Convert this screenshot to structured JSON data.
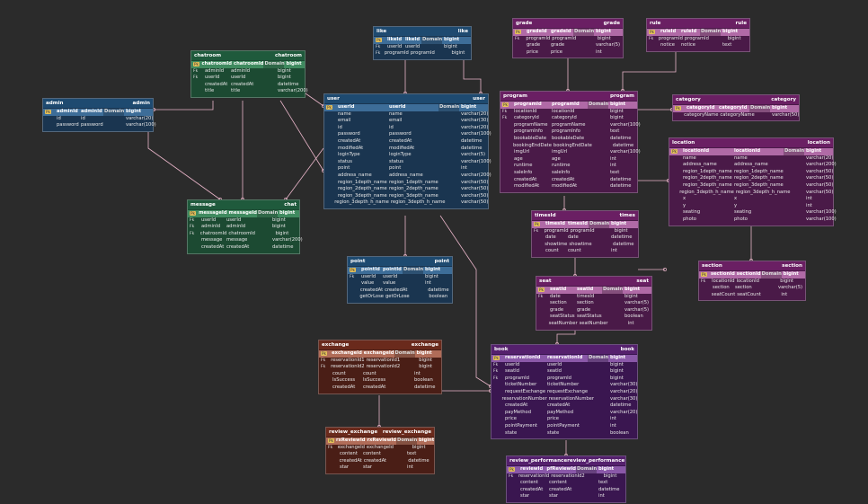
{
  "tables": [
    {
      "id": "like",
      "title": "like",
      "title_right": "like",
      "theme": "blue",
      "cols": [
        [
          "pk",
          "likeId",
          "likeId",
          "Domain",
          "bigint"
        ],
        [
          "fk",
          "userId",
          "userId",
          "",
          "bigint"
        ],
        [
          "fk",
          "programId",
          "programId",
          "",
          "bigint"
        ]
      ]
    },
    {
      "id": "grade",
      "title": "grade",
      "title_right": "grade",
      "theme": "purple",
      "cols": [
        [
          "pk",
          "gradeId",
          "gradeId",
          "Domain",
          "bigint"
        ],
        [
          "fk",
          "programId",
          "programId",
          "",
          "bigint"
        ],
        [
          "",
          "grade",
          "grade",
          "",
          "varchar(5)"
        ],
        [
          "",
          "price",
          "price",
          "",
          "int"
        ]
      ]
    },
    {
      "id": "rule",
      "title": "rule",
      "title_right": "rule",
      "theme": "purple",
      "cols": [
        [
          "pk",
          "ruleId",
          "ruleId",
          "Domain",
          "bigint"
        ],
        [
          "fk",
          "programId",
          "programId",
          "",
          "bigint"
        ],
        [
          "",
          "notice",
          "notice",
          "",
          "text"
        ]
      ]
    },
    {
      "id": "chatroom",
      "title": "chatroom",
      "title_right": "chatroom",
      "theme": "green",
      "cols": [
        [
          "pk",
          "chatroomId",
          "chatroomId",
          "Domain",
          "bigint"
        ],
        [
          "fk",
          "adminId",
          "adminId",
          "",
          "bigint"
        ],
        [
          "fk",
          "userId",
          "userId",
          "",
          "bigint"
        ],
        [
          "",
          "createdAt",
          "createdAt",
          "",
          "datetime"
        ],
        [
          "",
          "title",
          "title",
          "",
          "varchar(200)"
        ]
      ]
    },
    {
      "id": "admin",
      "title": "admin",
      "title_right": "admin",
      "theme": "blue",
      "cols": [
        [
          "pk",
          "adminId",
          "adminId",
          "Domain",
          "bigint"
        ],
        [
          "",
          "id",
          "id",
          "",
          "varchar(20)"
        ],
        [
          "",
          "password",
          "password",
          "",
          "varchar(100)"
        ]
      ]
    },
    {
      "id": "user",
      "title": "user",
      "title_right": "user",
      "theme": "blue",
      "cols": [
        [
          "pk",
          "userId",
          "userId",
          "Domain",
          "bigint"
        ],
        [
          "",
          "name",
          "name",
          "",
          "varchar(20)"
        ],
        [
          "",
          "email",
          "email",
          "",
          "varchar(30)"
        ],
        [
          "",
          "id",
          "id",
          "",
          "varchar(20)"
        ],
        [
          "",
          "password",
          "password",
          "",
          "varchar(100)"
        ],
        [
          "",
          "createdAt",
          "createdAt",
          "",
          "datetime"
        ],
        [
          "",
          "modifiedAt",
          "modifiedAt",
          "",
          "datetime"
        ],
        [
          "",
          "loginType",
          "loginType",
          "",
          "varchar(5)"
        ],
        [
          "",
          "status",
          "status",
          "",
          "varchar(100)"
        ],
        [
          "",
          "point",
          "point",
          "",
          "int"
        ],
        [
          "",
          "address_name",
          "address_name",
          "",
          "varchar(200)"
        ],
        [
          "",
          "region_1depth_name",
          "region_1depth_name",
          "",
          "varchar(50)"
        ],
        [
          "",
          "region_2depth_name",
          "region_2depth_name",
          "",
          "varchar(50)"
        ],
        [
          "",
          "region_3depth_name",
          "region_3depth_name",
          "",
          "varchar(50)"
        ],
        [
          "",
          "region_3depth_h_name",
          "region_3depth_h_name",
          "",
          "varchar(50)"
        ]
      ]
    },
    {
      "id": "program",
      "title": "program",
      "title_right": "program",
      "theme": "purple",
      "cols": [
        [
          "pk",
          "programId",
          "programId",
          "Domain",
          "bigint"
        ],
        [
          "fk",
          "locationId",
          "locationId",
          "",
          "bigint"
        ],
        [
          "fk",
          "categoryId",
          "categoryId",
          "",
          "bigint"
        ],
        [
          "",
          "programName",
          "programName",
          "",
          "varchar(100)"
        ],
        [
          "",
          "programInfo",
          "programInfo",
          "",
          "text"
        ],
        [
          "",
          "bookableDate",
          "bookableDate",
          "",
          "datetime"
        ],
        [
          "",
          "bookingEndDate",
          "bookingEndDate",
          "",
          "datetime"
        ],
        [
          "",
          "imgUrl",
          "imgUrl",
          "",
          "varchar(100)"
        ],
        [
          "",
          "age",
          "age",
          "",
          "int"
        ],
        [
          "",
          "runtime",
          "runtime",
          "",
          "int"
        ],
        [
          "",
          "saleInfo",
          "saleInfo",
          "",
          "text"
        ],
        [
          "",
          "createdAt",
          "createdAt",
          "",
          "datetime"
        ],
        [
          "",
          "modifiedAt",
          "modifiedAt",
          "",
          "datetime"
        ]
      ]
    },
    {
      "id": "category",
      "title": "category",
      "title_right": "category",
      "theme": "purple",
      "cols": [
        [
          "pk",
          "categoryId",
          "categoryId",
          "Domain",
          "bigint"
        ],
        [
          "",
          "categoryName",
          "categoryName",
          "",
          "varchar(50)"
        ]
      ]
    },
    {
      "id": "location",
      "title": "location",
      "title_right": "location",
      "theme": "purple",
      "cols": [
        [
          "pk",
          "locationId",
          "locationId",
          "Domain",
          "bigint"
        ],
        [
          "",
          "name",
          "name",
          "",
          "varchar(20)"
        ],
        [
          "",
          "address_name",
          "address_name",
          "",
          "varchar(200)"
        ],
        [
          "",
          "region_1depth_name",
          "region_1depth_name",
          "",
          "varchar(50)"
        ],
        [
          "",
          "region_2depth_name",
          "region_2depth_name",
          "",
          "varchar(50)"
        ],
        [
          "",
          "region_3depth_name",
          "region_3depth_name",
          "",
          "varchar(50)"
        ],
        [
          "",
          "region_3depth_h_name",
          "region_3depth_h_name",
          "",
          "varchar(50)"
        ],
        [
          "",
          "x",
          "x",
          "",
          "int"
        ],
        [
          "",
          "y",
          "y",
          "",
          "int"
        ],
        [
          "",
          "seating",
          "seating",
          "",
          "varchar(100)"
        ],
        [
          "",
          "photo",
          "photo",
          "",
          "varchar(100)"
        ]
      ]
    },
    {
      "id": "message",
      "title": "message",
      "title_right": "chat",
      "theme": "green",
      "cols": [
        [
          "pk",
          "messageId",
          "messageId",
          "Domain",
          "bigint"
        ],
        [
          "fk",
          "userId",
          "userId",
          "",
          "bigint"
        ],
        [
          "fk",
          "adminId",
          "adminId",
          "",
          "bigint"
        ],
        [
          "fk",
          "chatroomId",
          "chatroomId",
          "",
          "bigint"
        ],
        [
          "",
          "message",
          "message",
          "",
          "varchar(200)"
        ],
        [
          "",
          "createdAt",
          "createdAt",
          "",
          "datetime"
        ]
      ]
    },
    {
      "id": "times",
      "title": "timesId",
      "title_right": "times",
      "theme": "purple",
      "cols": [
        [
          "pk",
          "timesId",
          "timesId",
          "Domain",
          "bigint"
        ],
        [
          "fk",
          "programId",
          "programId",
          "",
          "bigint"
        ],
        [
          "",
          "date",
          "date",
          "",
          "datetime"
        ],
        [
          "",
          "showtime",
          "showtime",
          "",
          "datetime"
        ],
        [
          "",
          "count",
          "count",
          "",
          "int"
        ]
      ]
    },
    {
      "id": "point",
      "title": "point",
      "title_right": "point",
      "theme": "blue",
      "cols": [
        [
          "pk",
          "pointId",
          "pointId",
          "Domain",
          "bigint"
        ],
        [
          "fk",
          "userId",
          "userId",
          "",
          "bigint"
        ],
        [
          "",
          "value",
          "value",
          "",
          "int"
        ],
        [
          "",
          "createdAt",
          "createdAt",
          "",
          "datetime"
        ],
        [
          "",
          "getOrLose",
          "getOrLose",
          "",
          "boolean"
        ]
      ]
    },
    {
      "id": "section",
      "title": "section",
      "title_right": "section",
      "theme": "purple",
      "cols": [
        [
          "pk",
          "sectionId",
          "sectionId",
          "Domain",
          "bigint"
        ],
        [
          "fk",
          "locationId",
          "locationId",
          "",
          "bigint"
        ],
        [
          "",
          "section",
          "section",
          "",
          "varchar(5)"
        ],
        [
          "",
          "seatCount",
          "seatCount",
          "",
          "int"
        ]
      ]
    },
    {
      "id": "seat",
      "title": "seat",
      "title_right": "seat",
      "theme": "purple",
      "cols": [
        [
          "pk",
          "seatId",
          "seatId",
          "Domain",
          "bigint"
        ],
        [
          "fk",
          "date",
          "timesId",
          "",
          "bigint"
        ],
        [
          "",
          "section",
          "section",
          "",
          "varchar(5)"
        ],
        [
          "",
          "grade",
          "grade",
          "",
          "varchar(5)"
        ],
        [
          "",
          "seatStatus",
          "seatStatus",
          "",
          "boolean"
        ],
        [
          "",
          "seatNumber",
          "seatNumber",
          "",
          "int"
        ]
      ]
    },
    {
      "id": "exchange",
      "title": "exchange",
      "title_right": "exchange",
      "theme": "brown",
      "cols": [
        [
          "pk",
          "exchangeId",
          "exchangeId",
          "Domain",
          "bigint"
        ],
        [
          "fk",
          "reservationId1",
          "reservationId1",
          "",
          "bigint"
        ],
        [
          "fk",
          "reservationId2",
          "reservationId2",
          "",
          "bigint"
        ],
        [
          "",
          "count",
          "count",
          "",
          "int"
        ],
        [
          "",
          "IsSuccess",
          "IsSuccess",
          "",
          "boolean"
        ],
        [
          "",
          "createdAt",
          "createdAt",
          "",
          "datetime"
        ]
      ]
    },
    {
      "id": "book",
      "title": "book",
      "title_right": "book",
      "theme": "violet",
      "cols": [
        [
          "pk",
          "reservationId",
          "reservationId",
          "Domain",
          "bigint"
        ],
        [
          "fk",
          "userId",
          "userId",
          "",
          "bigint"
        ],
        [
          "fk",
          "seatId",
          "seatId",
          "",
          "bigint"
        ],
        [
          "fk",
          "programId",
          "programId",
          "",
          "bigint"
        ],
        [
          "",
          "ticketNumber",
          "ticketNumber",
          "",
          "varchar(30)"
        ],
        [
          "",
          "requestExchange",
          "requestExchange",
          "",
          "varchar(20)"
        ],
        [
          "",
          "reservationNumber",
          "reservationNumber",
          "",
          "varchar(30)"
        ],
        [
          "",
          "createdAt",
          "createdAt",
          "",
          "datetime"
        ],
        [
          "",
          "payMethod",
          "payMethod",
          "",
          "varchar(20)"
        ],
        [
          "",
          "price",
          "price",
          "",
          "int"
        ],
        [
          "",
          "pointPayment",
          "pointPayment",
          "",
          "int"
        ],
        [
          "",
          "state",
          "state",
          "",
          "boolean"
        ]
      ]
    },
    {
      "id": "review_exchange",
      "title": "review_exchange",
      "title_right": "review_exchange",
      "theme": "brown",
      "cols": [
        [
          "pk",
          "rxReviewId",
          "rxReviewId",
          "Domain",
          "bigint"
        ],
        [
          "fk",
          "exchangeId",
          "exchangeId",
          "",
          "bigint"
        ],
        [
          "",
          "content",
          "content",
          "",
          "text"
        ],
        [
          "",
          "createdAt",
          "createdAt",
          "",
          "datetime"
        ],
        [
          "",
          "star",
          "star",
          "",
          "int"
        ]
      ]
    },
    {
      "id": "review_performance",
      "title": "review_performance",
      "title_right": "review_performance",
      "theme": "violet",
      "cols": [
        [
          "pk",
          "reviewId",
          "pfReviewId",
          "Domain",
          "bigint"
        ],
        [
          "fk",
          "reservationId",
          "reservationId2",
          "",
          "bigint"
        ],
        [
          "",
          "content",
          "content",
          "",
          "text"
        ],
        [
          "",
          "createdAt",
          "createdAt",
          "",
          "datetime"
        ],
        [
          "",
          "star",
          "star",
          "",
          "int"
        ]
      ]
    }
  ],
  "key_labels": {
    "pk": "Pk",
    "fk": "Fk"
  },
  "link_color": "#e8b4c8"
}
